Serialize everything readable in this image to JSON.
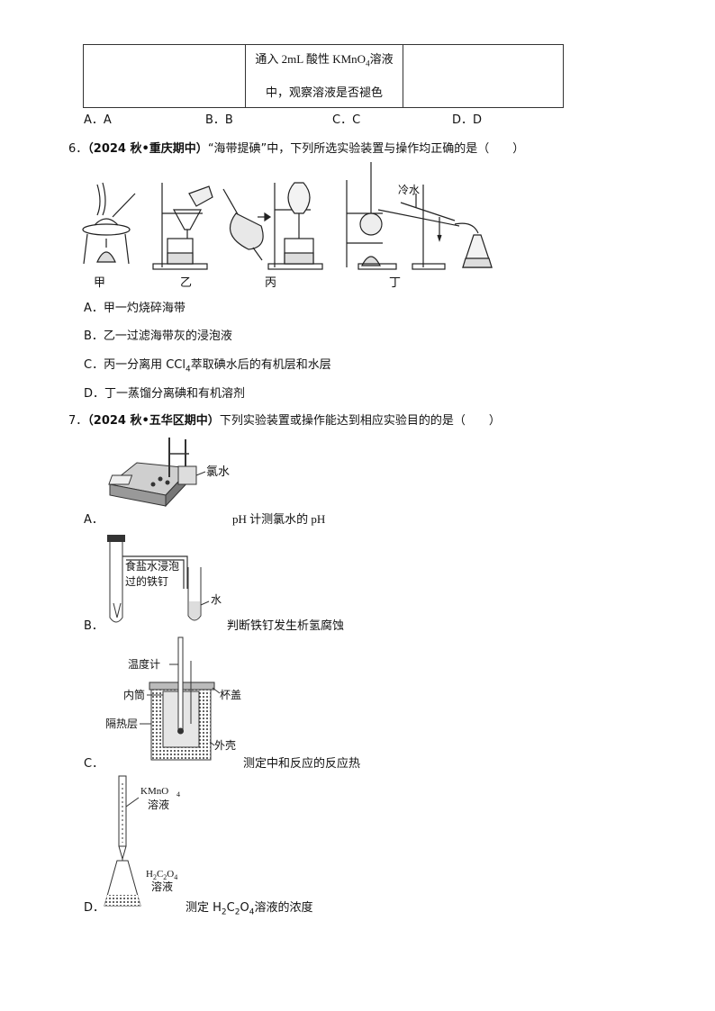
{
  "table_fragment": {
    "cell_text_line1": "通入 2mL 酸性 KMnO",
    "cell_text_sub": "4",
    "cell_text_line1_end": "溶液",
    "cell_text_line2": "中，观察溶液是否褪色"
  },
  "q5_options": [
    "A．A",
    "B．B",
    "C．C",
    "D．D"
  ],
  "q6": {
    "number": "6．",
    "source": "（2024 秋•重庆期中）",
    "stem": "“海带提碘”中，下列所选实验装置与操作均正确的是（　　）",
    "apparatus_labels": [
      "甲",
      "乙",
      "丙",
      "丁"
    ],
    "cold_water_label": "冷水",
    "options": [
      "A．甲一灼烧碎海带",
      "B．乙一过滤海带灰的浸泡液",
      "C．丙一分离用 CCl",
      "D．丁一蒸馏分离碘和有机溶剂"
    ],
    "option_c_sub": "4",
    "option_c_end": "萃取碘水后的有机层和水层"
  },
  "q7": {
    "number": "7．",
    "source": "（2024 秋•五华区期中）",
    "stem": "下列实验装置或操作能达到相应实验目的的是（　　）",
    "a": {
      "letter": "A．",
      "caption": "pH 计测氯水的 pH",
      "label_chlorine_water": "氯水"
    },
    "b": {
      "letter": "B．",
      "caption": "判断铁钉发生析氢腐蚀",
      "label_nail_1": "食盐水浸泡",
      "label_nail_2": "过的铁钉",
      "label_water": "水"
    },
    "c": {
      "letter": "C．",
      "caption": "测定中和反应的反应热",
      "label_thermometer": "温度计",
      "label_inner": "内筒",
      "label_lid": "杯盖",
      "label_insulation": "隔热层",
      "label_shell": "外壳"
    },
    "d": {
      "letter": "D．",
      "caption_pre": "测定 H",
      "caption_post": "溶液的浓度",
      "label_kmno4": "KMnO",
      "label_kmno4_sub": "4",
      "label_solution": "溶液",
      "label_h2c2o4_solution": "溶液"
    }
  }
}
